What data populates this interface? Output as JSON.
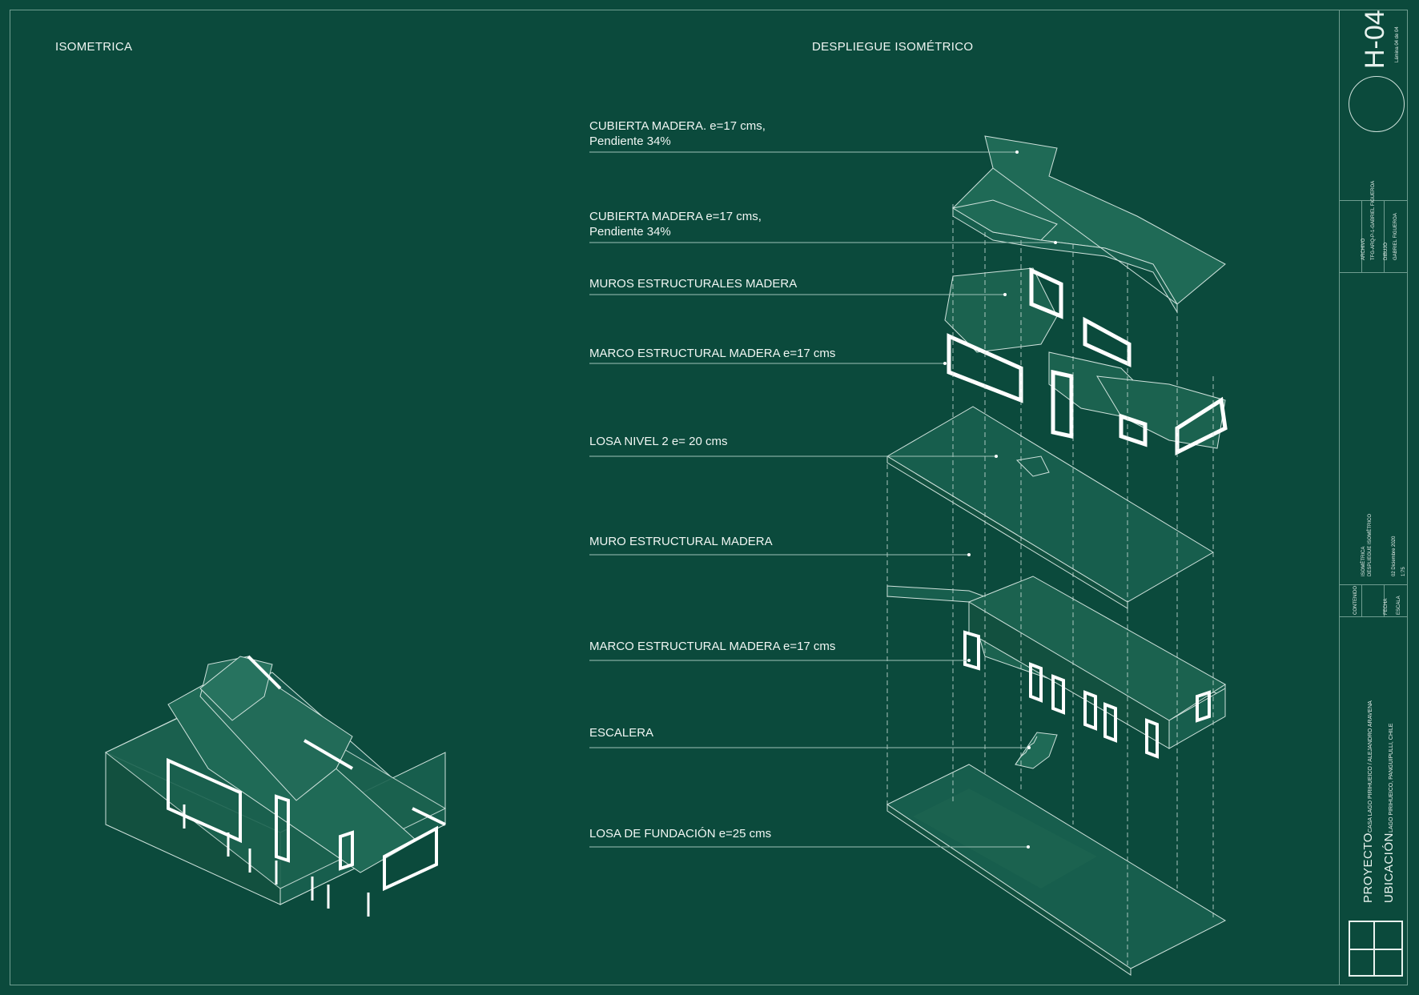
{
  "headings": {
    "left": "ISOMETRICA",
    "right": "DESPLIEGUE ISOMÉTRICO"
  },
  "labels": [
    {
      "line1": "CUBIERTA MADERA. e=17 cms,",
      "line2": "Pendiente 34%"
    },
    {
      "line1": "CUBIERTA MADERA e=17 cms,",
      "line2": "Pendiente 34%"
    },
    {
      "line1": "MUROS ESTRUCTURALES MADERA",
      "line2": ""
    },
    {
      "line1": "MARCO ESTRUCTURAL MADERA e=17 cms",
      "line2": ""
    },
    {
      "line1": "LOSA NIVEL 2 e= 20 cms",
      "line2": ""
    },
    {
      "line1": "MURO ESTRUCTURAL MADERA",
      "line2": ""
    },
    {
      "line1": "MARCO ESTRUCTURAL MADERA e=17 cms",
      "line2": ""
    },
    {
      "line1": "ESCALERA",
      "line2": ""
    },
    {
      "line1": "LOSA DE FUNDACIÓN e=25 cms",
      "line2": ""
    }
  ],
  "title_block": {
    "sheet_code": "H-04",
    "sheet_count": "Lámina 04 de 04",
    "archivo_label": "ARCHIVO",
    "archivo_value": "TFG-ARQ-P-1-GABRIEL FIGUEROA",
    "dibujo_label": "DIBUJO",
    "dibujo_value": "GABRIEL FIGUEROA",
    "contenido_label": "CONTENIDO",
    "contenido_value_1": "ISOMÉTRICA",
    "contenido_value_2": "DESPLIEGUE ISOMÉTRICO",
    "fecha_label": "FECHA",
    "fecha_value": "02 Diciembre 2020",
    "escala_label": "ESCALA",
    "escala_value": "1:75",
    "proyecto_label": "PROYECTO",
    "proyecto_value": "CASA LAGO PIRIHUEICO / ALEJANDRO ARAVENA",
    "ubicacion_label": "UBICACIÓN",
    "ubicacion_value": "LAGO PIRIHUEICO, PANGUIPULLI, CHILE"
  },
  "colors": {
    "background": "#0b4a3c",
    "line": "#cfe2dc",
    "face": "#175e4d",
    "face_light": "#226b58",
    "highlight": "#ffffff"
  }
}
